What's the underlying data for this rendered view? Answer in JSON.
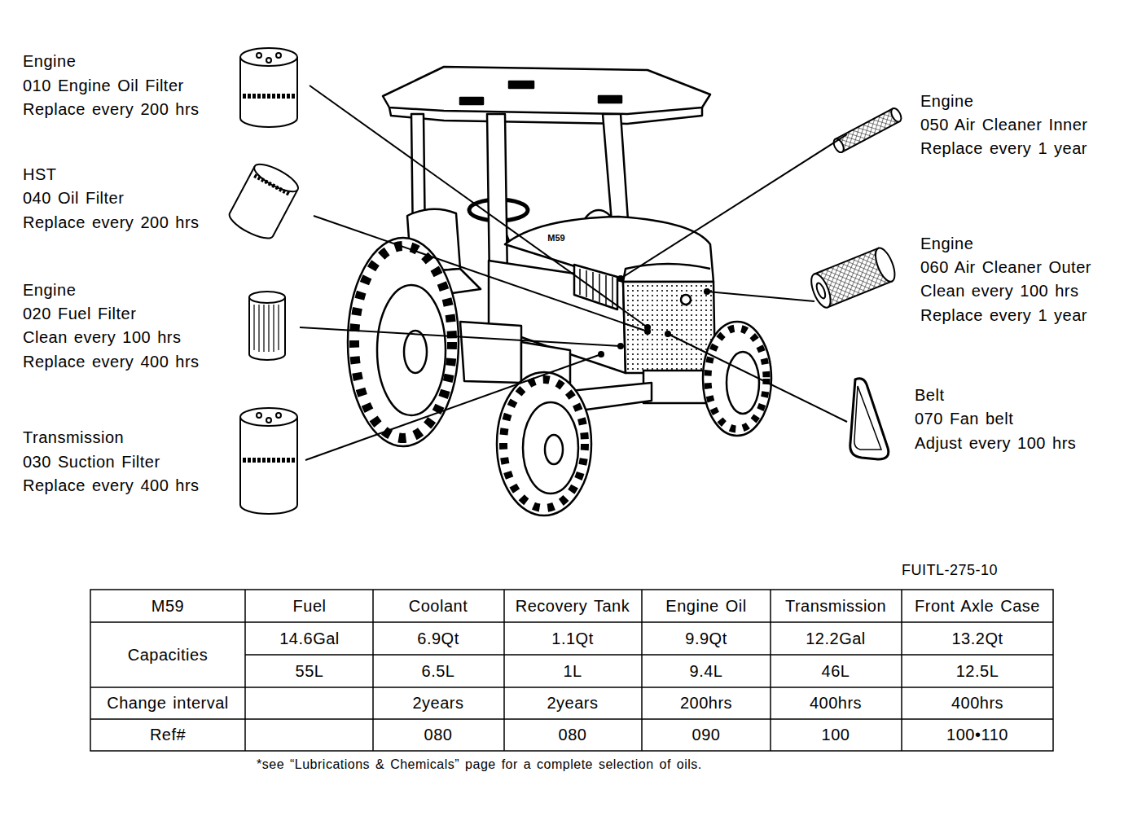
{
  "diagram": {
    "labels": [
      "Engine",
      "010 Engine Oil Filter",
      "Replace every 200 hrs",
      "HST",
      "040 Oil Filter",
      "Replace every 200 hrs",
      "Engine",
      "020 Fuel Filter",
      "Clean every 100 hrs",
      "Replace every 400 hrs",
      "Transmission",
      "030 Suction Filter",
      "Replace every 400 hrs",
      "Engine",
      "050 Air Cleaner Inner",
      "Replace every 1 year",
      "Engine",
      "060 Air Cleaner Outer",
      "Clean every 100 hrs",
      "Replace every 1 year",
      "Belt",
      "070 Fan belt",
      "Adjust every 100 hrs",
      "FUITL-275-10",
      "M59",
      "Fuel",
      "Coolant",
      "Recovery Tank",
      "Engine Oil",
      "Transmission",
      "Front Axle Case",
      "Capacities",
      "14.6Gal",
      "6.9Qt",
      "1.1Qt",
      "9.9Qt",
      "12.2Gal",
      "13.2Qt",
      "55L",
      "6.5L",
      "1L",
      "9.4L",
      "46L",
      "12.5L",
      "Change interval",
      "2years",
      "2years",
      "200hrs",
      "400hrs",
      "400hrs",
      "Ref#",
      "080",
      "080",
      "090",
      "100",
      "100•110",
      "*see “Lubrications & Chemicals” page for a complete selection of oils.",
      "M59"
    ]
  }
}
